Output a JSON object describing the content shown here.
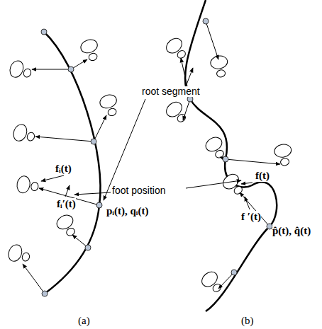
{
  "diagram": {
    "labels": [
      "fᵢ(t)",
      "fᵢ′(t)",
      "pᵢ(t), qᵢ(t)",
      "root segment",
      "foot position",
      "f(t)",
      "f ′(t)",
      "p̂(t), q̂(t)",
      "(a)",
      "(b)"
    ]
  }
}
